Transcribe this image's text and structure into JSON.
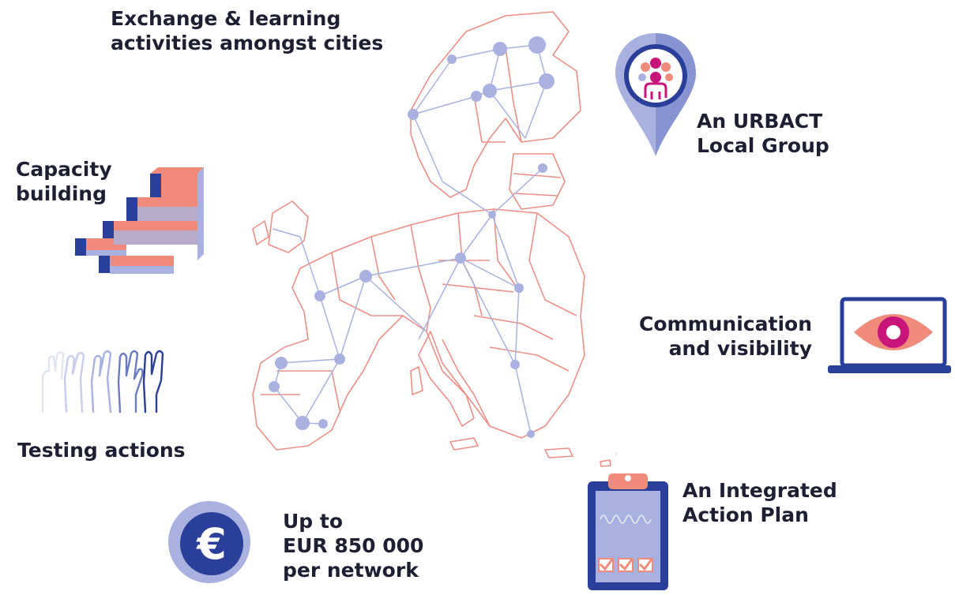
{
  "labels": {
    "exchange": [
      "Exchange & learning",
      "activities amongst cities"
    ],
    "capacity": [
      "Capacity",
      "building"
    ],
    "testing": [
      "Testing actions"
    ],
    "budget": [
      "Up to",
      "EUR 850 000",
      "per network"
    ],
    "local_group": [
      "An URBACT",
      "Local Group"
    ],
    "communication": [
      "Communication",
      "and visibility"
    ],
    "action_plan": [
      "An Integrated",
      "Action Plan"
    ]
  },
  "icons": {
    "euro_symbol": "€",
    "map": "europe-network-map",
    "stairs": "stairs-icon",
    "hands": "raised-hands-icon",
    "pin": "location-pin-people-icon",
    "laptop": "laptop-eye-icon",
    "clipboard": "clipboard-checklist-icon"
  },
  "colors": {
    "navy": "#2a3f9a",
    "lavender": "#a9b1e0",
    "salmon": "#f08a7a",
    "magenta": "#c8157a",
    "text": "#1f1f33",
    "border": "#e57f7a"
  }
}
